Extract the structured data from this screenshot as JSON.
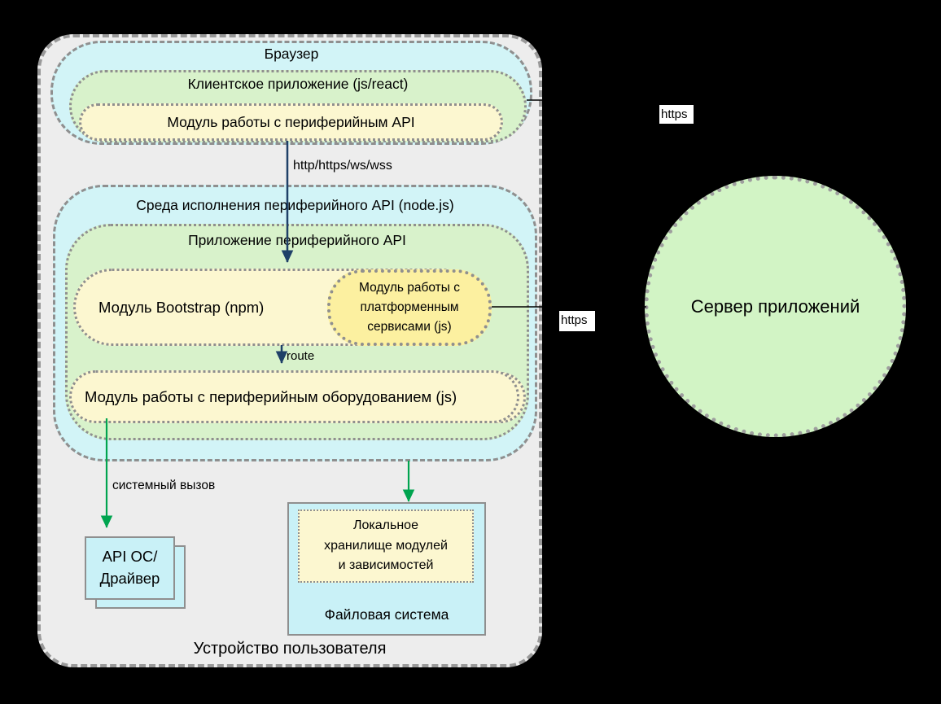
{
  "device": {
    "label": "Устройство пользователя",
    "browser": {
      "title": "Браузер"
    },
    "client_app": {
      "title": "Клиентское приложение (js/react)"
    },
    "peripheral_api_module": {
      "label": "Модуль работы с периферийным API"
    },
    "runtime": {
      "title": "Среда исполнения периферийного API (node.js)"
    },
    "api_app": {
      "title": "Приложение периферийного API"
    },
    "bootstrap_module": {
      "label": "Модуль Bootstrap (npm)"
    },
    "platform_services_module": {
      "line1": "Модуль работы с",
      "line2": "платформенным",
      "line3": "сервисами (js)"
    },
    "hardware_module": {
      "label": "Модуль работы с периферийным оборудованием (js)"
    },
    "os_api": {
      "line1": "API ОС/",
      "line2": "Драйвер"
    },
    "file_system": {
      "label": "Файловая система",
      "local_storage": {
        "line1": "Локальное",
        "line2": "хранилище модулей",
        "line3": "и зависимостей"
      }
    }
  },
  "server": {
    "label": "Сервер приложений"
  },
  "connections": {
    "http_protocols": "http/https/ws/wss",
    "route": "route",
    "syscall": "системный вызов",
    "https_top": "https",
    "https_mid": "https"
  },
  "colors": {
    "container_fill": "#ededed",
    "cyan_fill": "#d2f4f7",
    "box_cyan": "#c9f1f7",
    "green_fill": "#d8f2cb",
    "pale_yellow": "#fcf7d0",
    "bright_yellow": "#fcf0a0",
    "circle_fill": "#d2f4c5",
    "border_gray": "#8f8f8f",
    "arrow_blue": "#1f4068",
    "arrow_green": "#00a44f"
  }
}
